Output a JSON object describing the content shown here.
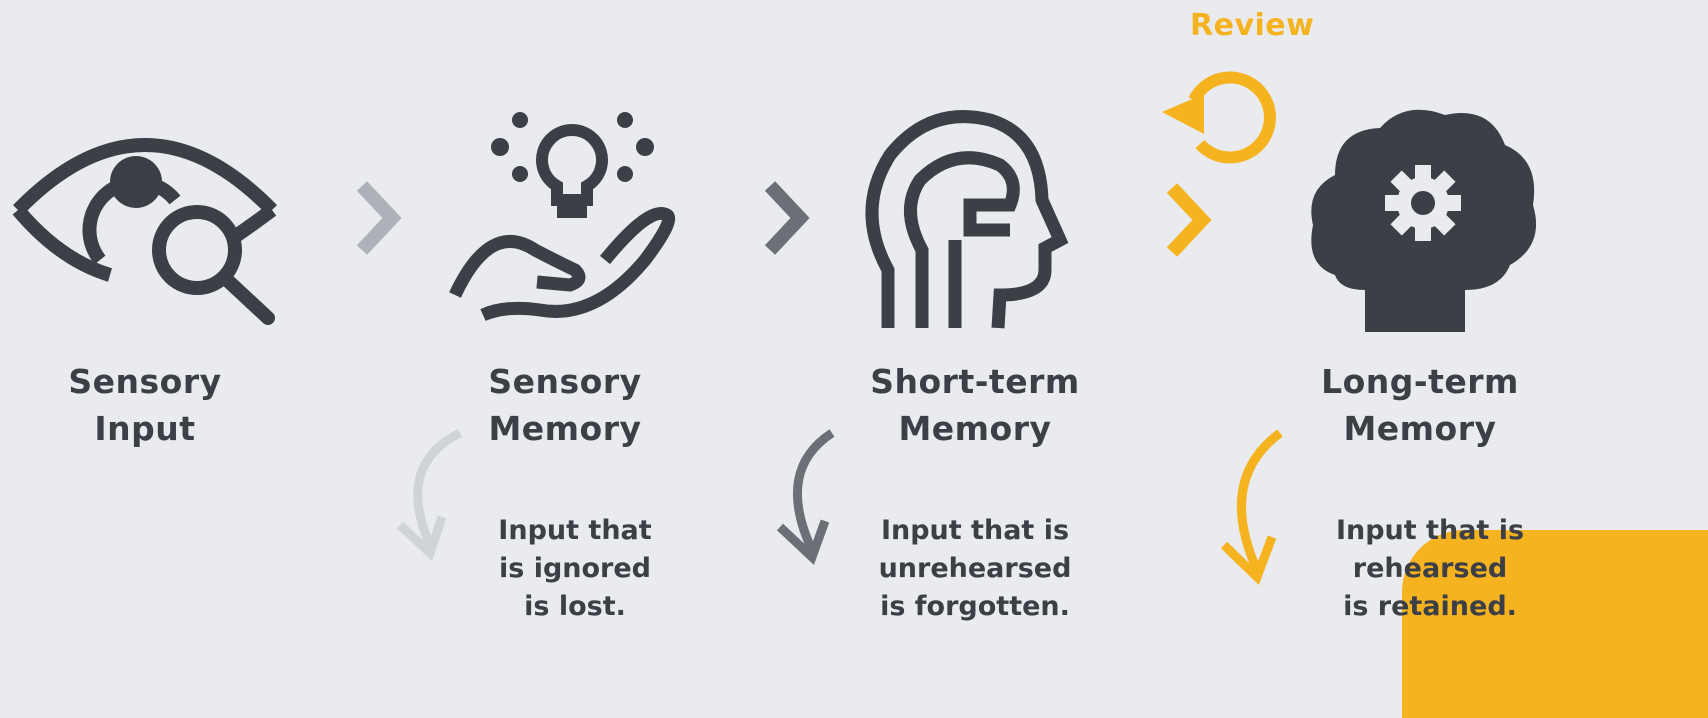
{
  "colors": {
    "background": "#e9ebee",
    "icon": "#3c4046",
    "accent": "#f6b320",
    "chevron_light": "#adb2b8",
    "chevron_mid": "#6b7077"
  },
  "review": {
    "label": "Review"
  },
  "stages": [
    {
      "line1": "Sensory",
      "line2": "Input",
      "icon": "eye-magnifier-icon"
    },
    {
      "line1": "Sensory",
      "line2": "Memory",
      "icon": "hand-lightbulb-icon"
    },
    {
      "line1": "Short-term",
      "line2": "Memory",
      "icon": "head-brain-icon"
    },
    {
      "line1": "Long-term",
      "line2": "Memory",
      "icon": "brain-gear-icon"
    }
  ],
  "outcomes": [
    {
      "lines": [
        "Input that",
        "is ignored",
        "is lost."
      ]
    },
    {
      "lines": [
        "Input that is",
        "unrehearsed",
        "is forgotten."
      ]
    },
    {
      "lines": [
        "Input that is",
        "rehearsed",
        "is retained."
      ]
    }
  ]
}
